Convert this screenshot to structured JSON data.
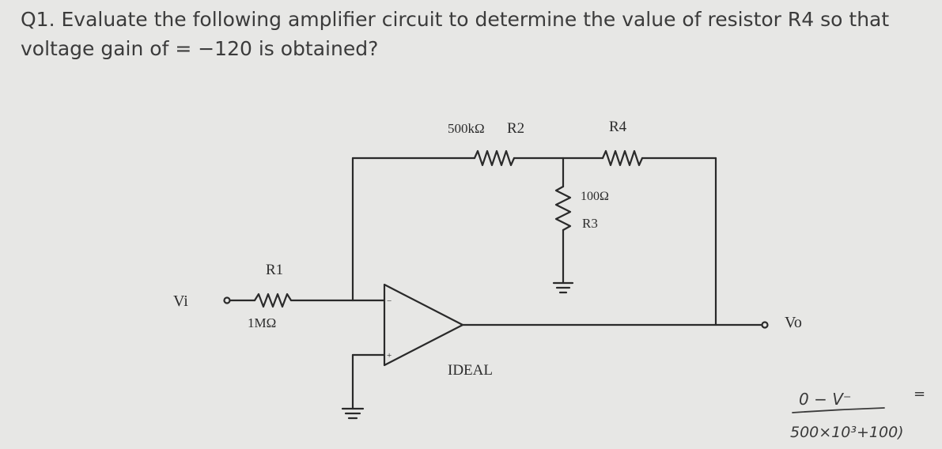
{
  "question": {
    "line1": "Q1. Evaluate the following amplifier circuit to determine the value of resistor R4 so that",
    "line2": "voltage gain of = −120 is obtained?"
  },
  "circuit": {
    "r2": {
      "name": "R2",
      "value": "500kΩ"
    },
    "r4": {
      "name": "R4"
    },
    "r3": {
      "name": "R3",
      "value": "100Ω"
    },
    "r1": {
      "name": "R1",
      "value": "1MΩ"
    },
    "input_label": "Vi",
    "output_label": "Vo",
    "opamp_label": "IDEAL",
    "inverting_sign": "−",
    "noninverting_sign": "+"
  },
  "handwriting": {
    "numerator": "0 − V⁻",
    "equals": "=",
    "denominator": "500×10³+100)"
  }
}
